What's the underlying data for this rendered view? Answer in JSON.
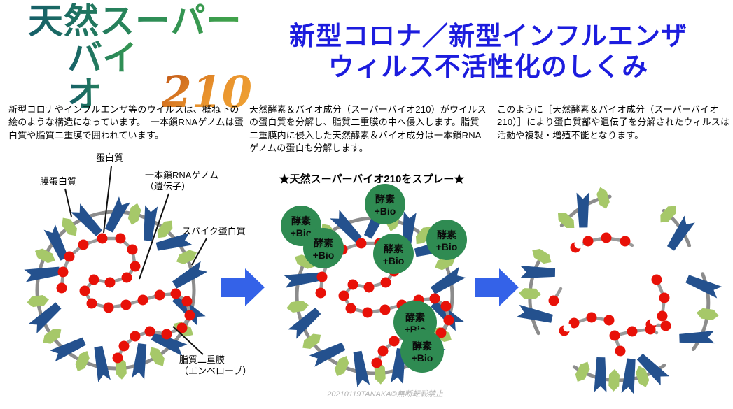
{
  "logo": {
    "line1": "天然スーパー",
    "line2_kana": "バイオ",
    "line2_num": "210"
  },
  "title": {
    "line1": "新型コロナ／新型インフルエンザ",
    "line2": "ウィルス不活性化のしくみ"
  },
  "paragraphs": {
    "step1": "新型コロナやインフルエンザ等のウイルスは、概ね下の絵のような構造になっています。　一本鎖RNAゲノムは蛋白質や脂質二重膜で囲われています。",
    "step2": "天然酵素＆バイオ成分（スーパーバイオ210）がウイルスの蛋白質を分解し、脂質二重膜の中へ侵入します。脂質二重膜内に侵入した天然酵素＆バイオ成分は一本鎖RNAゲノムの蛋白も分解します。",
    "step3": "このように［天然酵素＆バイオ成分（スーパーバイオ210）］により蛋白質部や遺伝子を分解されたウィルスは活動や複製・増殖不能となります。"
  },
  "diagram1": {
    "label_protein": "蛋白質",
    "label_membrane_protein": "膜蛋白質",
    "label_rna_line1": "一本鎖RNAゲノム",
    "label_rna_line2": "（遺伝子）",
    "label_spike_protein": "スパイク蛋白質",
    "label_envelope_line1": "脂質二重膜",
    "label_envelope_line2": "（エンベロープ）"
  },
  "diagram2": {
    "spray_instruction": "★天然スーパーバイオ210をスプレー★",
    "enzyme_line1": "酵素",
    "enzyme_line2": "+Bio",
    "enzyme_count": 7
  },
  "watermark": "20210119TANAKA©無断転載禁止",
  "colors": {
    "title_blue": "#1C1CDE",
    "logo_teal_dark": "#155E68",
    "logo_green": "#44A647",
    "logo_orange": "#D2691E",
    "envelope_gray": "#8C8C8C",
    "spike_blue": "#24518E",
    "membrane_green": "#A6C869",
    "rna_red": "#E81108",
    "rna_chain_gray": "#9A9A9A",
    "enzyme_green": "#2F8B52",
    "arrow_blue": "#3462E8",
    "leader_line_black": "#111111",
    "watermark_gray": "#B3B3B3"
  }
}
